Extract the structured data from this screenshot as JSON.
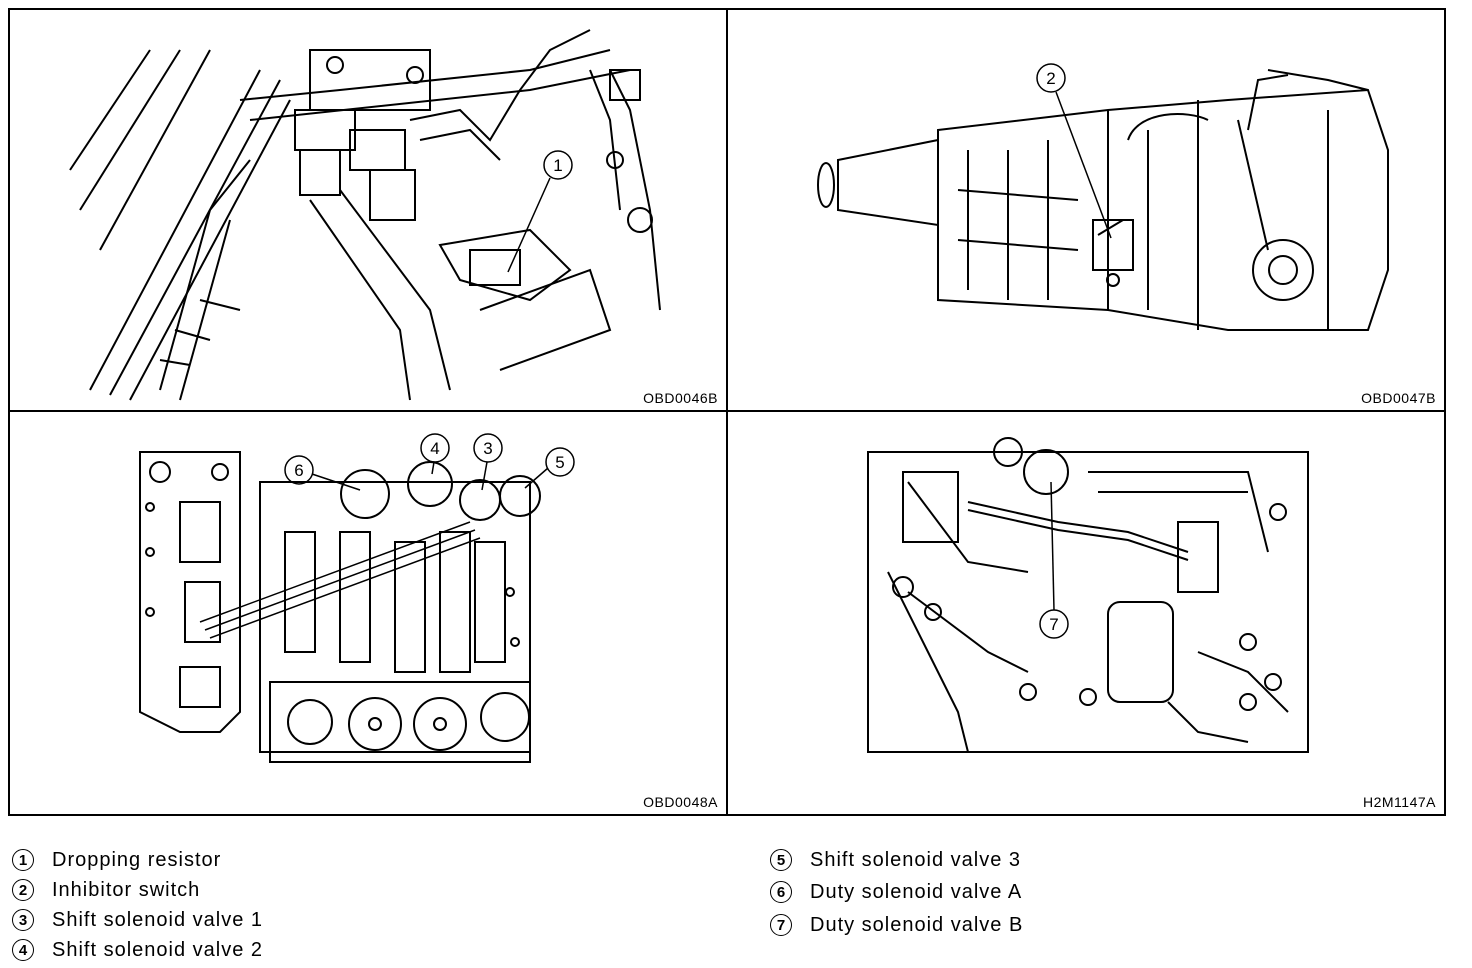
{
  "panels": [
    {
      "code": "OBD0046B",
      "callouts": [
        "1"
      ]
    },
    {
      "code": "OBD0047B",
      "callouts": [
        "2"
      ]
    },
    {
      "code": "OBD0048A",
      "callouts": [
        "6",
        "4",
        "3",
        "5"
      ]
    },
    {
      "code": "H2M1147A",
      "callouts": [
        "7"
      ]
    }
  ],
  "legend": [
    {
      "num": "1",
      "label": "Dropping resistor"
    },
    {
      "num": "2",
      "label": "Inhibitor switch"
    },
    {
      "num": "3",
      "label": "Shift solenoid valve 1"
    },
    {
      "num": "4",
      "label": "Shift solenoid valve 2"
    },
    {
      "num": "5",
      "label": "Shift solenoid valve 3"
    },
    {
      "num": "6",
      "label": "Duty solenoid valve A"
    },
    {
      "num": "7",
      "label": "Duty solenoid valve B"
    }
  ]
}
